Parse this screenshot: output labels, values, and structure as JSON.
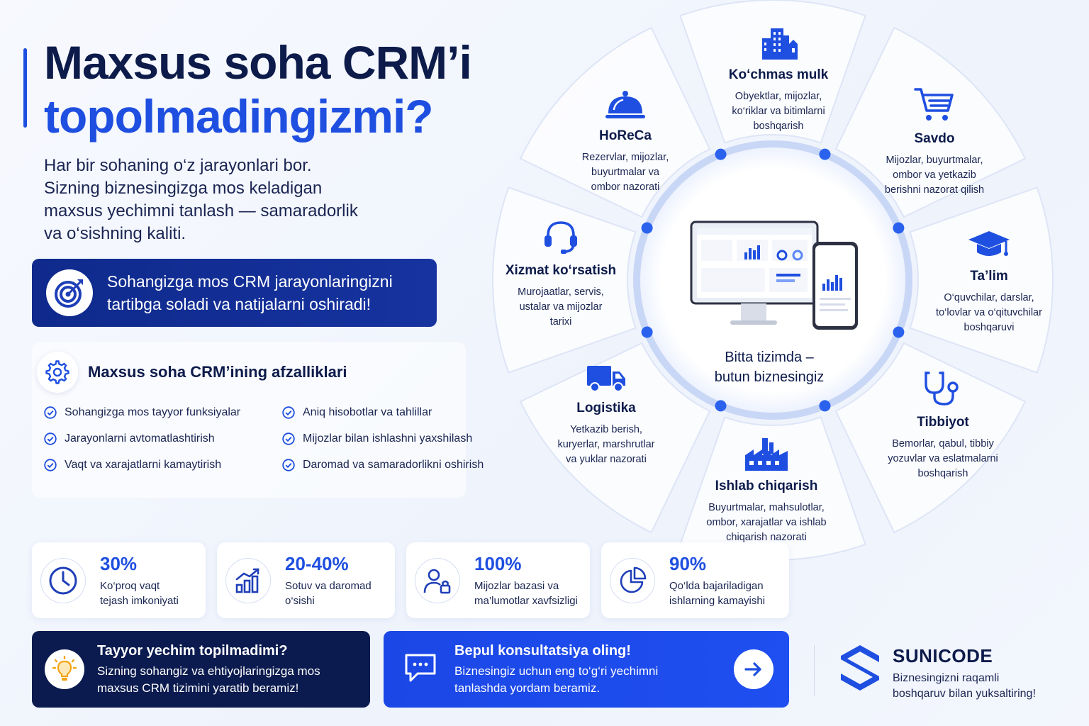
{
  "header": {
    "title_line1": "Maxsus soha CRM’i",
    "title_line2": "topolmadingizmi?"
  },
  "lead": {
    "line1": "Har bir sohaning o‘z jarayonlari bor.",
    "line2": "Sizning biznesingizga mos keladigan",
    "line3": "maxsus yechimni tanlash — samaradorlik",
    "line4": "va o‘sishning kaliti."
  },
  "banner": {
    "icon": "target-icon",
    "line1": "Sohangizga mos CRM jarayonlaringizni",
    "line2": "tartibga soladi va natijalarni oshiradi!"
  },
  "advantages": {
    "icon": "gear-icon",
    "title": "Maxsus soha CRM’ining afzalliklari",
    "items": [
      "Sohangizga mos tayyor funksiyalar",
      "Aniq hisobotlar va tahlillar",
      "Jarayonlarni avtomatlashtirish",
      "Mijozlar bilan ishlashni yaxshilash",
      "Vaqt va xarajatlarni kamaytirish",
      "Daromad va samaradorlikni oshirish"
    ]
  },
  "wheel": {
    "center_line1": "Bitta tizimda –",
    "center_line2": "butun biznesingiz",
    "segments": [
      {
        "name": "Ko‘chmas mulk",
        "icon": "building-icon",
        "d1": "Obyektlar, mijozlar,",
        "d2": "ko‘riklar va bitimlarni",
        "d3": "boshqarish"
      },
      {
        "name": "Savdo",
        "icon": "cart-icon",
        "d1": "Mijozlar, buyurtmalar,",
        "d2": "ombor va yetkazib",
        "d3": "berishni nazorat qilish"
      },
      {
        "name": "Ta’lim",
        "icon": "graduation-cap-icon",
        "d1": "O‘quvchilar, darslar,",
        "d2": "to‘lovlar va o‘qituvchilar",
        "d3": "boshqaruvi"
      },
      {
        "name": "Tibbiyot",
        "icon": "stethoscope-icon",
        "d1": "Bemorlar, qabul, tibbiy",
        "d2": "yozuvlar va eslatmalarni",
        "d3": "boshqarish"
      },
      {
        "name": "Ishlab chiqarish",
        "icon": "factory-icon",
        "d1": "Buyurtmalar, mahsulotlar,",
        "d2": "ombor, xarajatlar va ishlab",
        "d3": "chiqarish nazorati"
      },
      {
        "name": "Logistika",
        "icon": "truck-icon",
        "d1": "Yetkazib berish,",
        "d2": "kuryerlar, marshrutlar",
        "d3": "va yuklar nazorati"
      },
      {
        "name": "Xizmat ko‘rsatish",
        "icon": "headset-icon",
        "d1": "Murojaatlar, servis,",
        "d2": "ustalar va mijozlar",
        "d3": "tarixi"
      },
      {
        "name": "HoReCa",
        "icon": "cloche-icon",
        "d1": "Rezervlar, mijozlar,",
        "d2": "buyurtmalar va",
        "d3": "ombor nazorati"
      }
    ]
  },
  "stats": [
    {
      "value": "30%",
      "l1": "Ko‘proq vaqt",
      "l2": "tejash imkoniyati",
      "icon": "clock-icon"
    },
    {
      "value": "20-40%",
      "l1": "Sotuv va daromad",
      "l2": "o‘sishi",
      "icon": "growth-chart-icon"
    },
    {
      "value": "100%",
      "l1": "Mijozlar bazasi va",
      "l2": "ma’lumotlar xavfsizligi",
      "icon": "user-lock-icon"
    },
    {
      "value": "90%",
      "l1": "Qo‘lda bajariladigan",
      "l2": "ishlarning kamayishi",
      "icon": "pie-chart-icon"
    }
  ],
  "cta_dark": {
    "icon": "lightbulb-icon",
    "title": "Tayyor yechim topilmadimi?",
    "l1": "Sizning sohangiz va ehtiyojlaringizga mos",
    "l2": "maxsus CRM tizimini yaratib beramiz!"
  },
  "cta_blue": {
    "icon": "chat-icon",
    "title": "Bepul konsultatsiya oling!",
    "l1": "Biznesingiz uchun eng to‘g‘ri yechimni",
    "l2": "tanlashda yordam beramiz."
  },
  "brand": {
    "name": "SUNICODE",
    "tag1": "Biznesingizni raqamli",
    "tag2": "boshqaruv bilan yuksaltiring!"
  },
  "colors": {
    "primary": "#1f4fe0",
    "navy": "#0d1b4b",
    "dark_cta": "#0b1b4f"
  }
}
